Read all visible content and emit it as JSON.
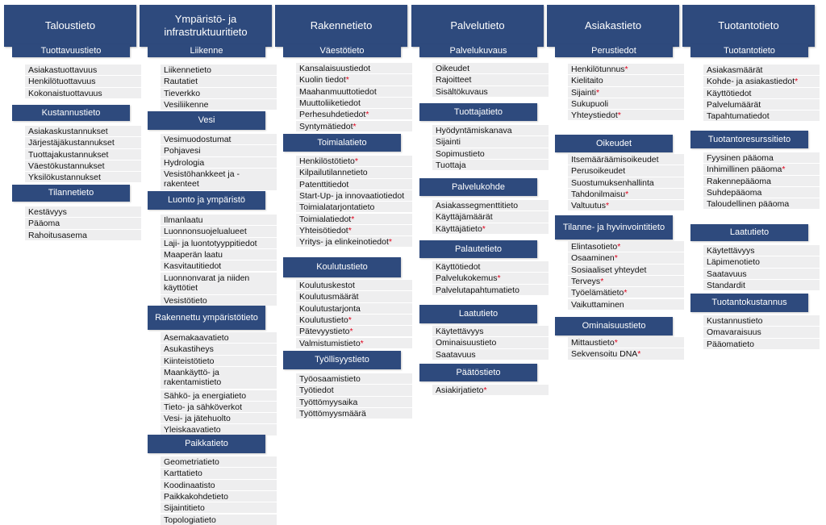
{
  "columns": [
    {
      "title": "Taloustieto",
      "sections": [
        {
          "title": "Tuottavuustieto",
          "items": [
            {
              "label": "Asiakastuottavuus"
            },
            {
              "label": "Henkilötuottavuus"
            },
            {
              "label": "Kokonaistuottavuus"
            }
          ]
        },
        {
          "title": "Kustannustieto",
          "items": [
            {
              "label": "Asiakaskustannukset"
            },
            {
              "label": "Järjestäjäkustannukset"
            },
            {
              "label": "Tuottajakustannukset"
            },
            {
              "label": "Väestökustannukset"
            },
            {
              "label": "Yksilökustannukset"
            }
          ]
        },
        {
          "title": "Tilannetieto",
          "items": [
            {
              "label": "Kestävyys"
            },
            {
              "label": "Pääoma"
            },
            {
              "label": "Rahoitusasema"
            }
          ]
        }
      ]
    },
    {
      "title": "Ympäristö- ja infrastruktuuritieto",
      "sections": [
        {
          "title": "Liikenne",
          "items": [
            {
              "label": "Liikennetieto"
            },
            {
              "label": "Rautatiet"
            },
            {
              "label": "Tieverkko"
            },
            {
              "label": "Vesiliikenne"
            }
          ]
        },
        {
          "title": "Vesi",
          "items": [
            {
              "label": "Vesimuodostumat"
            },
            {
              "label": "Pohjavesi"
            },
            {
              "label": "Hydrologia"
            },
            {
              "label": "Vesistöhankkeet ja -rakenteet"
            }
          ]
        },
        {
          "title": "Luonto ja ympäristö",
          "items": [
            {
              "label": "Ilmanlaatu"
            },
            {
              "label": "Luonnonsuojelualueet"
            },
            {
              "label": "Laji- ja luontotyyppitiedot"
            },
            {
              "label": "Maaperän laatu"
            },
            {
              "label": "Kasvitautitiedot"
            },
            {
              "label": "Luonnonvarat ja niiden käyttötiet"
            },
            {
              "label": "Vesistötieto"
            }
          ]
        },
        {
          "title": "Rakennettu ympäristötieto",
          "items": [
            {
              "label": "Asemakaavatieto"
            },
            {
              "label": "Asukastiheys"
            },
            {
              "label": "Kiinteistötieto"
            },
            {
              "label": "Maankäyttö- ja rakentamistieto"
            },
            {
              "label": "Sähkö- ja energiatieto"
            },
            {
              "label": "Tieto- ja sähköverkot"
            },
            {
              "label": "Vesi- ja jätehuolto"
            },
            {
              "label": "Yleiskaavatieto"
            }
          ]
        },
        {
          "title": "Paikkatieto",
          "items": [
            {
              "label": "Geometriatieto"
            },
            {
              "label": "Karttatieto"
            },
            {
              "label": "Koodinaatisto"
            },
            {
              "label": "Paikkakohdetieto"
            },
            {
              "label": "Sijaintitieto"
            },
            {
              "label": "Topologiatieto"
            }
          ]
        }
      ]
    },
    {
      "title": "Rakennetieto",
      "sections": [
        {
          "title": "Väestötieto",
          "items": [
            {
              "label": "Kansalaisuustiedot"
            },
            {
              "label": "Kuolin tiedot",
              "star": "*"
            },
            {
              "label": "Maahanmuuttotiedot"
            },
            {
              "label": "Muuttoliiketiedot"
            },
            {
              "label": "Perhesuhdetiedot",
              "star": "*"
            },
            {
              "label": "Syntymätiedot",
              "star": "*"
            }
          ]
        },
        {
          "title": "Toimialatieto",
          "items": [
            {
              "label": "Henkilöstötieto",
              "star": "*"
            },
            {
              "label": "Kilpailutilannetieto"
            },
            {
              "label": "Patenttitiedot"
            },
            {
              "label": "Start-Up- ja innovaatiotiedot"
            },
            {
              "label": "Toimialatarjontatieto"
            },
            {
              "label": "Toimialatiedot",
              "star": "*"
            },
            {
              "label": "Yhteisötiedot",
              "star": "*"
            },
            {
              "label": "Yritys- ja elinkeinotiedot",
              "star": "*"
            }
          ]
        },
        {
          "title": "Koulutustieto",
          "items": [
            {
              "label": "Koulutuskestot"
            },
            {
              "label": "Koulutusmäärät"
            },
            {
              "label": "Koulutustarjonta"
            },
            {
              "label": "Koulutustieto",
              "star": "*"
            },
            {
              "label": "Pätevyystieto",
              "star": "*"
            },
            {
              "label": "Valmistumistieto",
              "star": "*"
            }
          ]
        },
        {
          "title": "Työllisyystieto",
          "items": [
            {
              "label": "Työosaamistieto"
            },
            {
              "label": "Työtiedot"
            },
            {
              "label": "Työttömyysaika"
            },
            {
              "label": "Työttömyysmäärä"
            }
          ]
        }
      ]
    },
    {
      "title": "Palvelutieto",
      "sections": [
        {
          "title": "Palvelukuvaus",
          "items": [
            {
              "label": "Oikeudet"
            },
            {
              "label": "Rajoitteet"
            },
            {
              "label": "Sisältökuvaus"
            }
          ]
        },
        {
          "title": "Tuottajatieto",
          "items": [
            {
              "label": "Hyödyntämiskanava"
            },
            {
              "label": "Sijainti"
            },
            {
              "label": "Sopimustieto"
            },
            {
              "label": "Tuottaja"
            }
          ]
        },
        {
          "title": "Palvelukohde",
          "items": [
            {
              "label": "Asiakassegmenttitieto"
            },
            {
              "label": "Käyttäjämäärät"
            },
            {
              "label": "Käyttäjätieto",
              "star": "*"
            }
          ]
        },
        {
          "title": "Palautetieto",
          "items": [
            {
              "label": "Käyttötiedot"
            },
            {
              "label": "Palvelukokemus",
              "star": "*"
            },
            {
              "label": "Palvelutapahtumatieto"
            }
          ]
        },
        {
          "title": "Laatutieto",
          "items": [
            {
              "label": "Käytettävyys"
            },
            {
              "label": "Ominaisuustieto"
            },
            {
              "label": "Saatavuus"
            }
          ]
        },
        {
          "title": "Päätöstieto",
          "items": [
            {
              "label": "Asiakirjatieto",
              "star": "*"
            }
          ]
        }
      ]
    },
    {
      "title": "Asiakastieto",
      "sections": [
        {
          "title": "Perustiedot",
          "items": [
            {
              "label": "Henkilötunnus",
              "star": "*"
            },
            {
              "label": "Kielitaito"
            },
            {
              "label": "Sijainti",
              "star": "*"
            },
            {
              "label": "Sukupuoli"
            },
            {
              "label": "Yhteystiedot",
              "star": "*"
            }
          ]
        },
        {
          "title": "Oikeudet",
          "items": [
            {
              "label": "Itsemääräämisoikeudet"
            },
            {
              "label": "Perusoikeudet"
            },
            {
              "label": "Suostumuksenhallinta"
            },
            {
              "label": "Tahdonilmaisu",
              "star": "*"
            },
            {
              "label": "Valtuutus",
              "star": "*"
            }
          ]
        },
        {
          "title": "Tilanne- ja hyvinvointitieto",
          "items": [
            {
              "label": "Elintasotieto",
              "star": "*"
            },
            {
              "label": "Osaaminen",
              "star": "*"
            },
            {
              "label": "Sosiaaliset yhteydet"
            },
            {
              "label": "Terveys",
              "star": "*"
            },
            {
              "label": "Työelämätieto",
              "star": "*"
            },
            {
              "label": "Vaikuttaminen"
            }
          ]
        },
        {
          "title": "Ominaisuustieto",
          "items": [
            {
              "label": "Mittaustieto",
              "star": "*"
            },
            {
              "label": "Sekvensoitu DNA",
              "star": "*"
            }
          ]
        }
      ]
    },
    {
      "title": "Tuotantotieto",
      "sections": [
        {
          "title": "Tuotantotieto",
          "items": [
            {
              "label": "Asiakasmäärät"
            },
            {
              "label": "Kohde- ja asiakastiedot",
              "star": "*"
            },
            {
              "label": "Käyttötiedot"
            },
            {
              "label": "Palvelumäärät"
            },
            {
              "label": "Tapahtumatiedot"
            }
          ]
        },
        {
          "title": "Tuotantoresurssitieto",
          "items": [
            {
              "label": "Fyysinen pääoma"
            },
            {
              "label": "Inhimillinen pääoma",
              "star": "*"
            },
            {
              "label": "Rakennepääoma"
            },
            {
              "label": "Suhdepääoma"
            },
            {
              "label": "Taloudellinen pääoma"
            }
          ]
        },
        {
          "title": "Laatutieto",
          "items": [
            {
              "label": "Käytettävyys"
            },
            {
              "label": "Läpimenotieto"
            },
            {
              "label": "Saatavuus"
            },
            {
              "label": "Standardit"
            }
          ]
        },
        {
          "title": "Tuotantokustannus",
          "items": [
            {
              "label": "Kustannustieto"
            },
            {
              "label": "Omavaraisuus"
            },
            {
              "label": "Pääomatieto"
            }
          ]
        }
      ]
    }
  ]
}
